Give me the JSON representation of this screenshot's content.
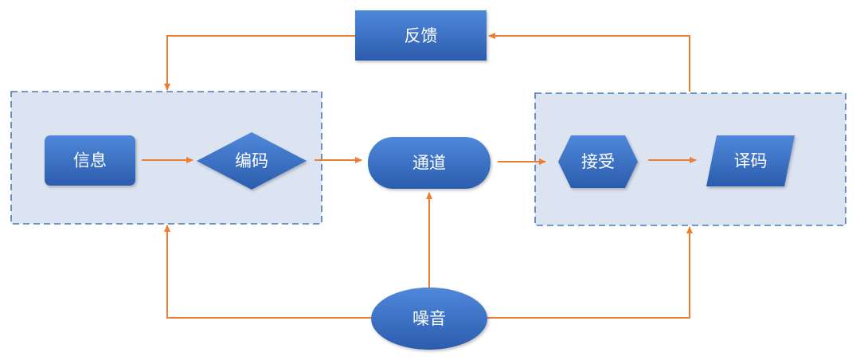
{
  "nodes": {
    "feedback": "反馈",
    "info": "信息",
    "encode": "编码",
    "channel": "通道",
    "receive": "接受",
    "decode": "译码",
    "noise": "噪音"
  },
  "colors": {
    "node_fill_top": "#4e86d8",
    "node_fill_bottom": "#2d5fb0",
    "group_fill": "#dce4f1",
    "group_border": "#4a7ab8",
    "arrow": "#ed7d31"
  }
}
